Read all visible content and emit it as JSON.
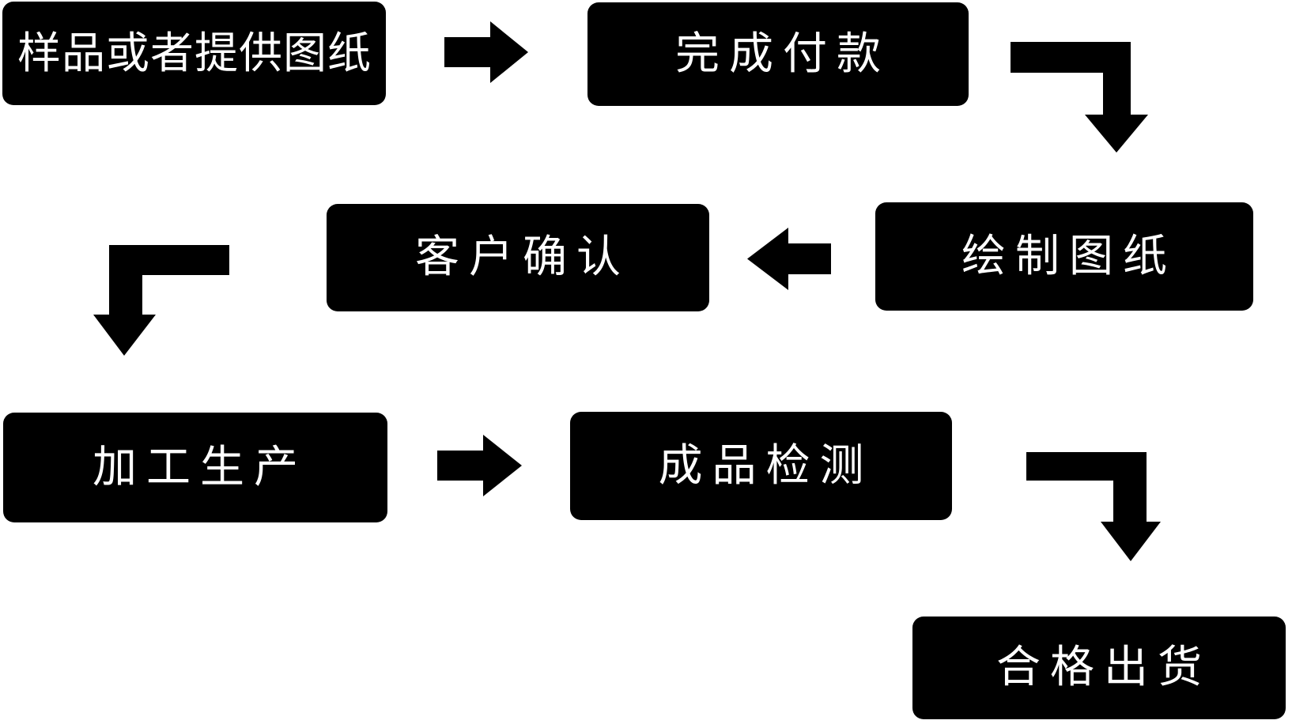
{
  "diagram": {
    "type": "flowchart",
    "background_color": "#ffffff",
    "node_fill_color": "#000000",
    "node_text_color": "#ffffff",
    "arrow_color": "#000000",
    "nodes": [
      {
        "id": "sample-or-provide-drawing",
        "label": "样品或者提供图纸"
      },
      {
        "id": "complete-payment",
        "label": "完成付款"
      },
      {
        "id": "draw-drawing",
        "label": "绘制图纸"
      },
      {
        "id": "customer-confirmation",
        "label": "客户确认"
      },
      {
        "id": "processing-production",
        "label": "加工生产"
      },
      {
        "id": "finished-product-inspection",
        "label": "成品检测"
      },
      {
        "id": "qualified-shipment",
        "label": "合格出货"
      }
    ],
    "edges": [
      {
        "from": "样品或者提供图纸",
        "to": "完成付款",
        "shape": "right-arrow"
      },
      {
        "from": "完成付款",
        "to": "绘制图纸",
        "shape": "elbow-down-arrow"
      },
      {
        "from": "绘制图纸",
        "to": "客户确认",
        "shape": "left-arrow"
      },
      {
        "from": "客户确认",
        "to": "加工生产",
        "shape": "elbow-down-arrow"
      },
      {
        "from": "加工生产",
        "to": "成品检测",
        "shape": "right-arrow"
      },
      {
        "from": "成品检测",
        "to": "合格出货",
        "shape": "elbow-down-arrow"
      }
    ]
  }
}
